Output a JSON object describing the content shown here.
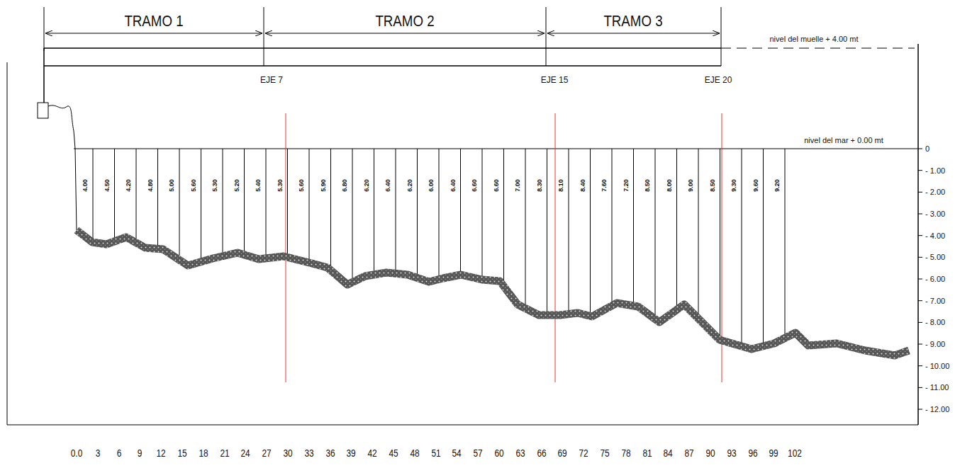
{
  "diagram": {
    "labels": [
      "TRAMO 1",
      "TRAMO 2",
      "TRAMO 3",
      "nivel del muelle + 4.00 mt",
      "EJE 7",
      "EJE 15",
      "EJE 20",
      "nivel del mar + 0.00 mt",
      "4.00",
      "4.50",
      "4.20",
      "4.80",
      "5.00",
      "5.60",
      "5.30",
      "5.20",
      "5.40",
      "5.30",
      "5.60",
      "5.90",
      "6.80",
      "6.20",
      "6.40",
      "6.20",
      "6.00",
      "6.40",
      "6.60",
      "6.60",
      "7.00",
      "8.30",
      "8.10",
      "8.40",
      "7.60",
      "7.20",
      "8.50",
      "8.00",
      "9.00",
      "8.50",
      "9.30",
      "9.60",
      "9.20",
      "0",
      "- 1.00",
      "- 2.00",
      "- 3.00",
      "- 4.00",
      "- 5.00",
      "- 6.00",
      "- 7.00",
      "- 8.00",
      "- 9.00",
      "- 10.00",
      "- 11.00",
      "- 12.00",
      "0.0",
      "3",
      "6",
      "9",
      "12",
      "15",
      "18",
      "21",
      "24",
      "27",
      "30",
      "33",
      "36",
      "39",
      "42",
      "45",
      "48",
      "51",
      "54",
      "57",
      "60",
      "63",
      "66",
      "69",
      "72",
      "75",
      "78",
      "81",
      "84",
      "87",
      "90",
      "93",
      "96",
      "99",
      "102"
    ]
  }
}
